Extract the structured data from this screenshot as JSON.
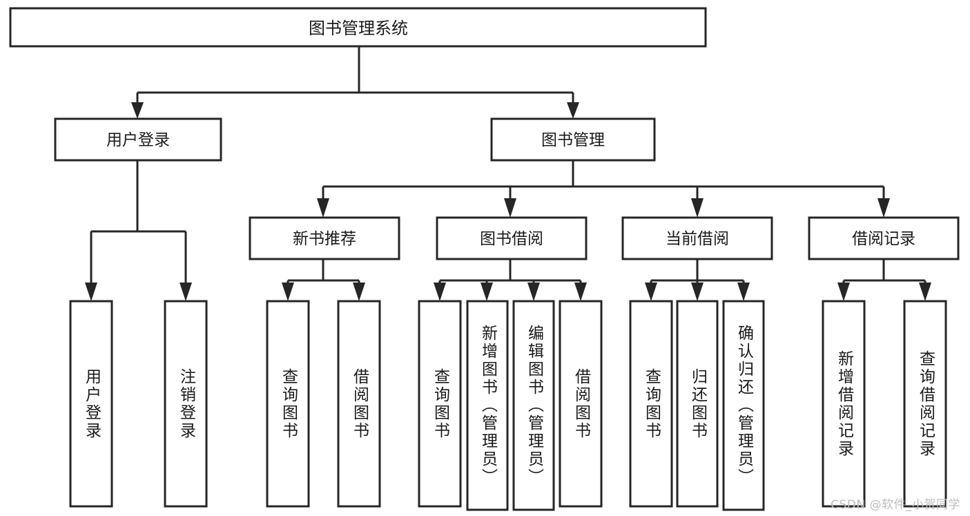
{
  "diagram": {
    "title": "图书管理系统",
    "watermark": "CSDN @软件_小贺同学",
    "colors": {
      "stroke": "#262626",
      "fill": "#ffffff",
      "text": "#1a1a1a",
      "watermark": "#bdbdbd"
    },
    "root": {
      "label": "图书管理系统"
    },
    "level2": [
      {
        "label": "用户登录"
      },
      {
        "label": "图书管理"
      }
    ],
    "level3": [
      {
        "label": "新书推荐"
      },
      {
        "label": "图书借阅"
      },
      {
        "label": "当前借阅"
      },
      {
        "label": "借阅记录"
      }
    ],
    "leaves": {
      "user_login": [
        {
          "label": "用户登录"
        },
        {
          "label": "注销登录"
        }
      ],
      "new_book_recommend": [
        {
          "label": "查询图书"
        },
        {
          "label": "借阅图书"
        }
      ],
      "book_borrow": [
        {
          "label": "查询图书"
        },
        {
          "label": "新增图书（管理员）"
        },
        {
          "label": "编辑图书（管理员）"
        },
        {
          "label": "借阅图书"
        }
      ],
      "current_borrow": [
        {
          "label": "查询图书"
        },
        {
          "label": "归还图书"
        },
        {
          "label": "确认归还（管理员）"
        }
      ],
      "borrow_record": [
        {
          "label": "新增借阅记录"
        },
        {
          "label": "查询借阅记录"
        }
      ]
    }
  }
}
